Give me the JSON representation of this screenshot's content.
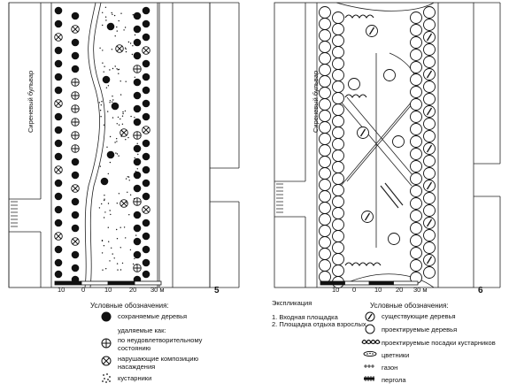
{
  "plan5": {
    "figure_number": "5",
    "street_label": "Сиреневый бульвар",
    "scale_labels": [
      "10",
      "0",
      "10",
      "20",
      "30 м"
    ],
    "legend": {
      "title": "Условные обозначения:",
      "items": [
        {
          "symbol": "preserved-tree",
          "label": "сохраняемые деревья"
        },
        {
          "symbol": "none",
          "label": "удаляемые как:"
        },
        {
          "symbol": "removed-tree-poor",
          "label": "по неудовлетворительному состоянию"
        },
        {
          "symbol": "removed-tree-composition",
          "label": "нарушающие композицию насаждения"
        },
        {
          "symbol": "shrubs",
          "label": "кустарники"
        }
      ]
    }
  },
  "plan6": {
    "figure_number": "6",
    "street_label": "Сиреневый бульвар",
    "scale_labels": [
      "10",
      "0",
      "10",
      "20",
      "30 м"
    ],
    "explication": {
      "title": "Экспликация",
      "items": [
        "1. Входная площадка",
        "2. Площадка отдыха взрослых"
      ]
    },
    "legend": {
      "title": "Условные обозначения:",
      "items": [
        {
          "symbol": "existing-tree",
          "label": "существующие деревья"
        },
        {
          "symbol": "designed-tree",
          "label": "проектируемые деревья"
        },
        {
          "symbol": "designed-shrubs",
          "label": "проектируемые посадки кустарников"
        },
        {
          "symbol": "flowerbed",
          "label": "цветники"
        },
        {
          "symbol": "lawn",
          "label": "газон"
        },
        {
          "symbol": "pergola",
          "label": "пергола"
        }
      ]
    }
  }
}
